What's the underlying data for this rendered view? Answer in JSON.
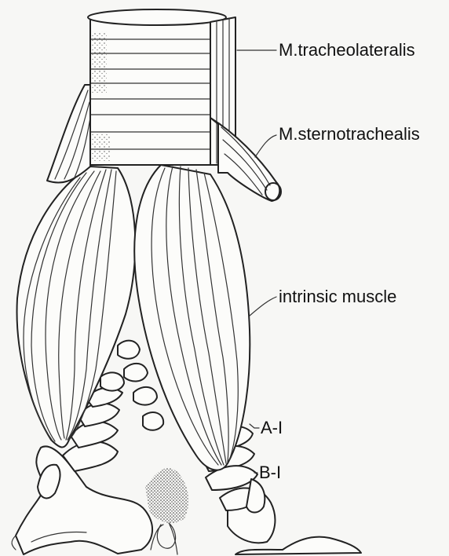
{
  "labels": {
    "tracheolateralis": "M.tracheolateralis",
    "sternotrachealis": "M.sternotrachealis",
    "intrinsic": "intrinsic muscle",
    "a1": "A-I",
    "b1": "B-I"
  },
  "colors": {
    "background": "#f7f7f5",
    "ink": "#222222",
    "stipple": "#555555"
  }
}
